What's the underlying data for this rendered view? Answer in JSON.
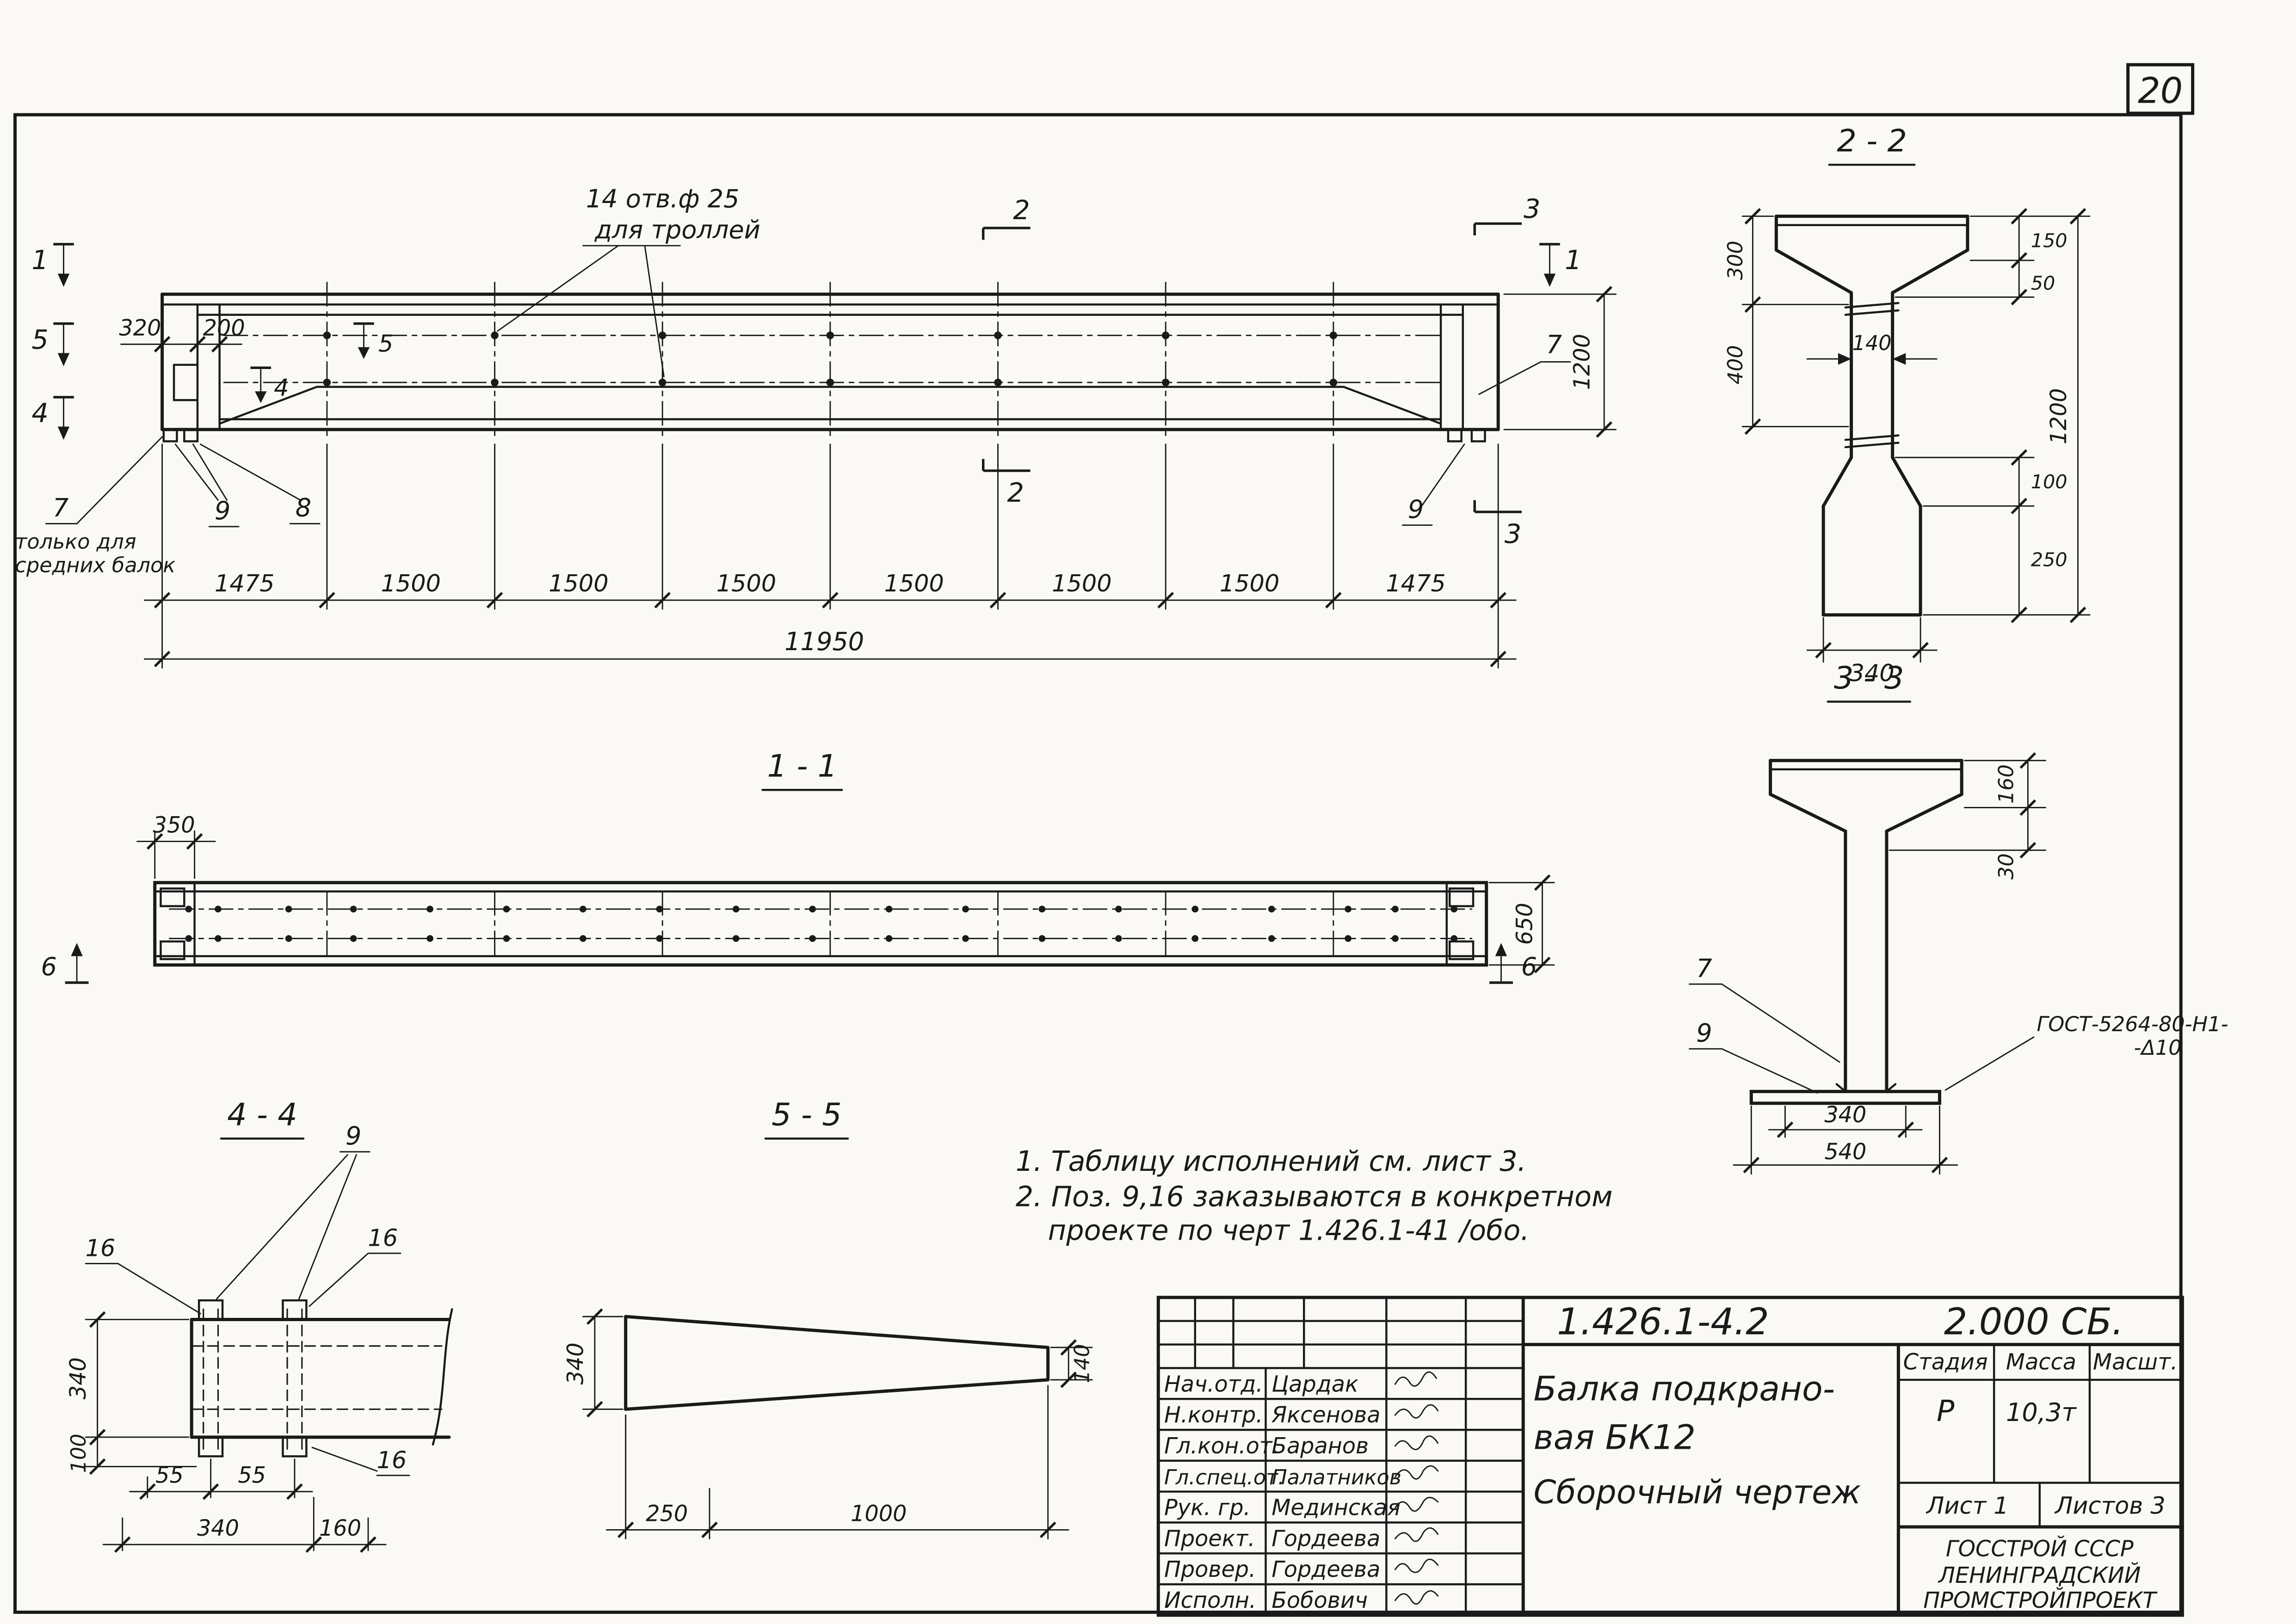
{
  "colors": {
    "ink": "#1a1a1a",
    "paper": "#faf9f5"
  },
  "sheet_number": "20",
  "elevation": {
    "holes_note_line1": "14 отв.ф 25",
    "holes_note_line2": "для троллей",
    "left_note_line1": "только для",
    "left_note_line2": "средних балок",
    "dim_320": "320",
    "dim_200": "200",
    "dim_1200": "1200",
    "segments": [
      "1475",
      "1500",
      "1500",
      "1500",
      "1500",
      "1500",
      "1500",
      "1475"
    ],
    "dim_total": "11950",
    "mark_1_left": "1",
    "mark_5_left": "5",
    "mark_4_left": "4",
    "mark_5_inner": "5",
    "mark_4_inner": "4",
    "mark_2_top": "2",
    "mark_2_bottom": "2",
    "mark_3_top": "3",
    "mark_3_bottom": "3",
    "mark_1_right": "1",
    "callout_7_left": "7",
    "callout_9_left": "9",
    "callout_8": "8",
    "callout_7_right": "7",
    "callout_9_right": "9"
  },
  "section_2_2": {
    "title": "2 - 2",
    "dim_300": "300",
    "dim_400": "400",
    "dim_140": "140",
    "dim_150": "150",
    "dim_50": "50",
    "dim_100": "100",
    "dim_250": "250",
    "dim_1200": "1200",
    "dim_340": "340"
  },
  "section_1_1": {
    "title": "1 - 1",
    "dim_350": "350",
    "dim_650": "650",
    "mark_6_left": "6",
    "mark_6_right": "6"
  },
  "section_3_3": {
    "title": "3 - 3",
    "dim_160": "160",
    "dim_30": "30",
    "dim_340": "340",
    "dim_540": "540",
    "callout_7": "7",
    "callout_9": "9",
    "gost_note_line1": "ГОСТ-5264-80-Н1-",
    "gost_note_line2": "-Δ10"
  },
  "section_4_4": {
    "title": "4 - 4",
    "dim_340_left": "340",
    "dim_100": "100",
    "dim_55_a": "55",
    "dim_55_b": "55",
    "dim_340_bottom": "340",
    "dim_160": "160",
    "callout_9": "9",
    "callout_16_a": "16",
    "callout_16_b": "16",
    "callout_16_c": "16"
  },
  "section_5_5": {
    "title": "5 - 5",
    "dim_340": "340",
    "dim_140": "140",
    "dim_250": "250",
    "dim_1000": "1000"
  },
  "notes": {
    "line1": "1. Таблицу исполнений  см. лист 3.",
    "line2": "2. Поз. 9,16 заказываются в конкретном",
    "line3": "проекте по черт 1.426.1-41 /обо."
  },
  "title_block": {
    "doc_number": "1.426.1-4.2",
    "doc_code": "2.000 СБ.",
    "product_line1": "Балка подкрано-",
    "product_line2": "вая БК12",
    "product_line3": "Сборочный  чертеж",
    "stage_label": "Стадия",
    "mass_label": "Масса",
    "scale_label": "Масшт.",
    "stage_value": "Р",
    "mass_value": "10,3т",
    "sheet_info": "Лист 1",
    "sheets_info": "Листов 3",
    "org_line1": "ГОССТРОЙ СССР",
    "org_line2": "ЛЕНИНГРАДСКИЙ",
    "org_line3": "ПРОМСТРОЙПРОЕКТ",
    "rows": [
      {
        "role": "Нач.отд.",
        "name": "Цардак"
      },
      {
        "role": "Н.контр.",
        "name": "Яксенова"
      },
      {
        "role": "Гл.кон.от.",
        "name": "Баранов"
      },
      {
        "role": "Гл.спец.от.",
        "name": "Палатников"
      },
      {
        "role": "Рук. гр.",
        "name": "Мединская"
      },
      {
        "role": "Проект.",
        "name": "Гордеева"
      },
      {
        "role": "Провер.",
        "name": "Гордеева"
      },
      {
        "role": "Исполн.",
        "name": "Бобович"
      }
    ]
  }
}
